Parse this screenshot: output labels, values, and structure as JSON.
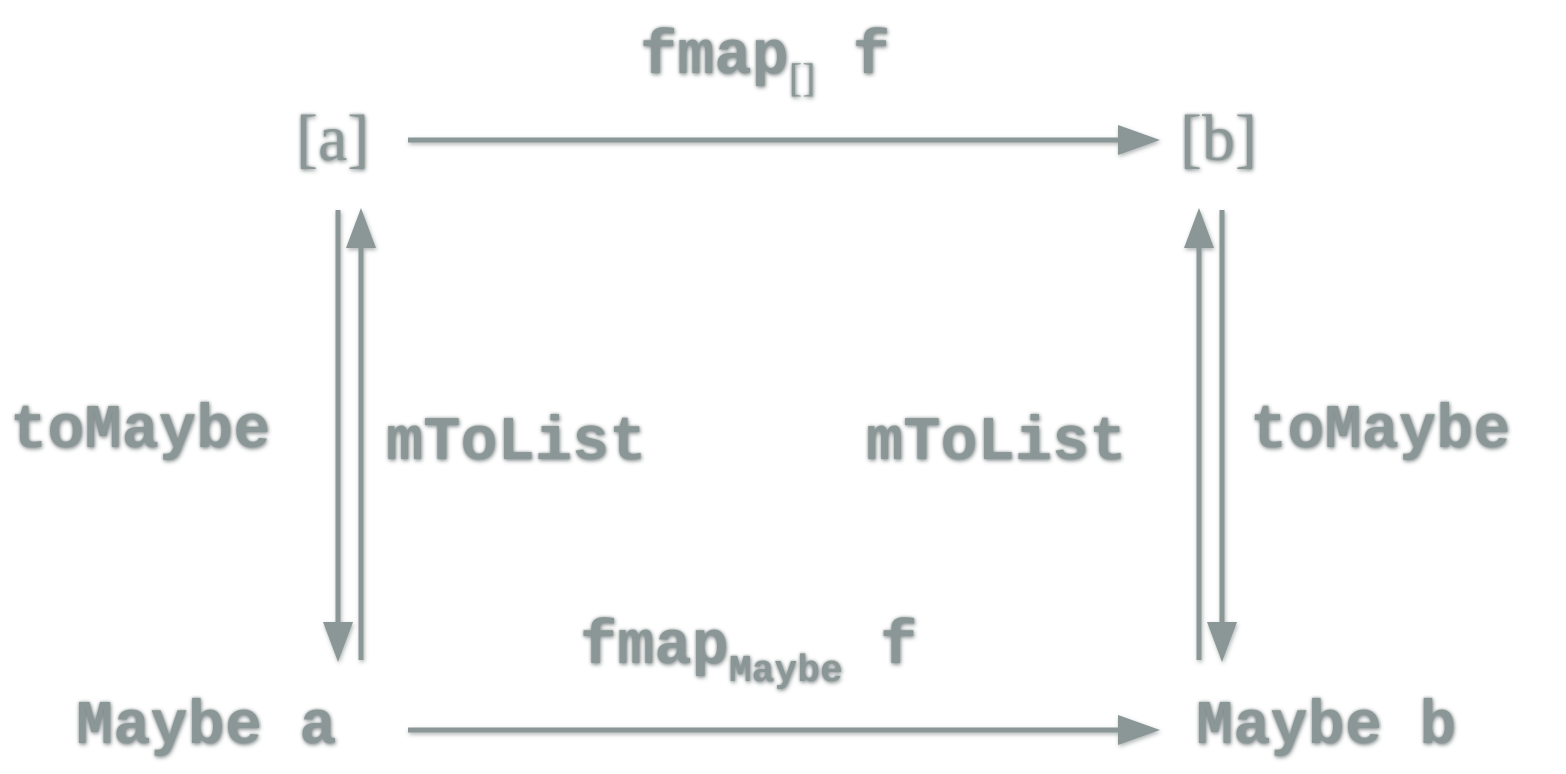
{
  "nodes": {
    "list_a": "[a]",
    "list_b": "[b]",
    "maybe_a": "Maybe a",
    "maybe_b": "Maybe b"
  },
  "arrows": {
    "top": {
      "name": "fmap",
      "subscript": "[]",
      "arg": "f"
    },
    "bottom": {
      "name": "fmap",
      "subscript": "Maybe",
      "arg": "f"
    },
    "left_down": "toMaybe",
    "left_up": "mToList",
    "right_up": "mToList",
    "right_down": "toMaybe"
  },
  "colors": {
    "stroke": "#8a9796",
    "text": "#8a9796",
    "background": "#ffffff"
  }
}
